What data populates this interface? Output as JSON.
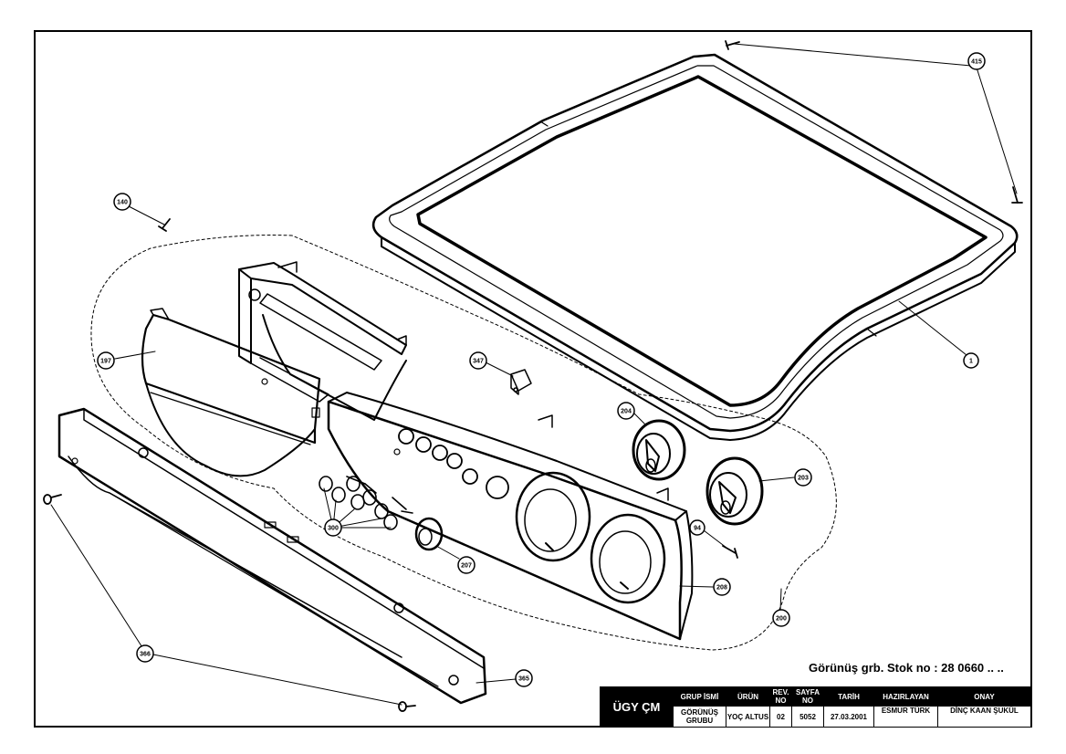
{
  "callouts": [
    "415",
    "140",
    "197",
    "347",
    "1",
    "204",
    "203",
    "94",
    "300",
    "207",
    "208",
    "200",
    "366",
    "365"
  ],
  "stock_note": "Görünüş grb. Stok no : 28 0660 .. ..",
  "title_block": {
    "department": "ÜGY ÇM",
    "headers": {
      "group_name": "GRUP İSMİ",
      "product": "ÜRÜN",
      "rev_no": "REV. NO",
      "page_no": "SAYFA NO",
      "date": "TARİH",
      "prepared_by": "HAZIRLAYAN",
      "approval": "ONAY"
    },
    "values": {
      "group_name": "GÖRÜNÜŞ GRUBU",
      "product": "YOÇ ALTUS",
      "rev_no": "02",
      "page_no": "5052",
      "date": "27.03.2001",
      "prepared_by": "ESMUR TÜRK",
      "approval": "DİNÇ KAAN ŞUKÜL"
    }
  }
}
